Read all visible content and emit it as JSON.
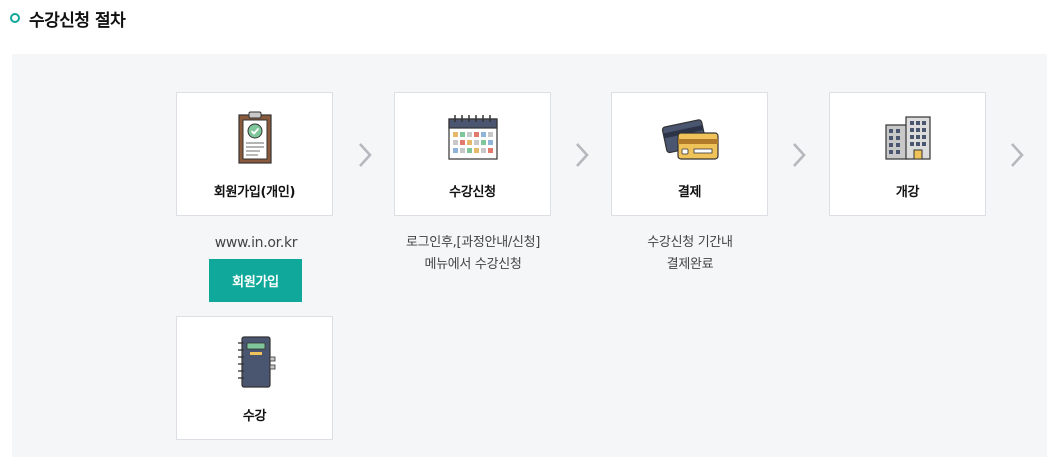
{
  "header": {
    "title": "수강신청 절차",
    "accent_color": "#10a89a"
  },
  "steps": [
    {
      "label": "회원가입(개인)",
      "icon": "clipboard-check-icon"
    },
    {
      "label": "수강신청",
      "icon": "calendar-icon"
    },
    {
      "label": "결제",
      "icon": "credit-card-icon"
    },
    {
      "label": "개강",
      "icon": "building-icon"
    },
    {
      "label": "수강",
      "icon": "notebook-icon"
    }
  ],
  "descriptions": {
    "join_site": "www.in.or.kr",
    "join_button": "회원가입",
    "apply_line1": "로그인후,[과정안내/신청]",
    "apply_line2": "메뉴에서 수강신청",
    "pay_line1": "수강신청 기간내",
    "pay_line2": "결제완료"
  },
  "arrow_icon": "chevron-right-icon"
}
